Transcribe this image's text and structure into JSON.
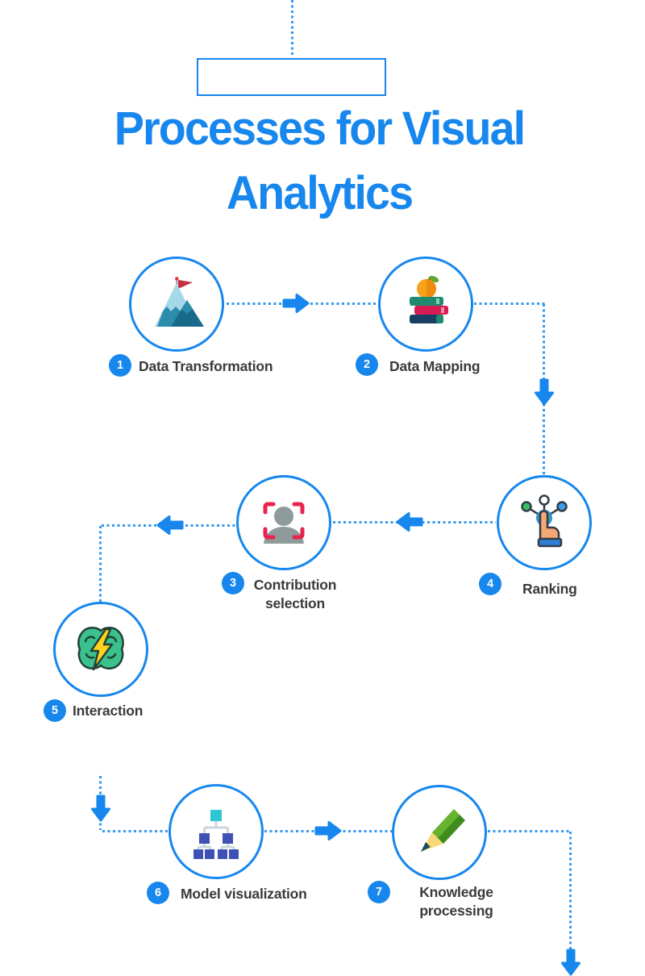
{
  "palette": {
    "primary_blue": "#1787ee",
    "dotted_line_blue": "#3399f3",
    "label_color": "#3a3a3a"
  },
  "header": {
    "title_line1": "Processes for Visual",
    "title_line2": "Analytics"
  },
  "steps": [
    {
      "num": "1",
      "label": "Data Transformation",
      "icon": "mountain-flag-icon"
    },
    {
      "num": "2",
      "label": "Data Mapping",
      "icon": "books-stack-icon"
    },
    {
      "num": "3",
      "label": "Contribution selection",
      "icon": "person-selection-icon"
    },
    {
      "num": "4",
      "label": "Ranking",
      "icon": "ranking-touch-icon"
    },
    {
      "num": "5",
      "label": "Interaction",
      "icon": "brain-lightning-icon"
    },
    {
      "num": "6",
      "label": "Model visualization",
      "icon": "tree-hierarchy-icon"
    },
    {
      "num": "7",
      "label": "Knowledge processing",
      "icon": "pencil-icon"
    }
  ]
}
